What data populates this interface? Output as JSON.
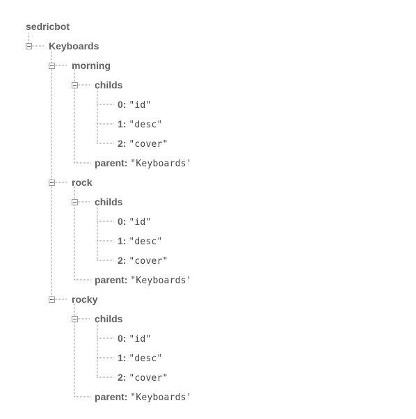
{
  "root": {
    "name": "sedricbot"
  },
  "keyboards": {
    "label": "Keyboards",
    "toggle_icon": "collapse-minus-icon",
    "children": [
      {
        "name": "morning",
        "childs": {
          "label": "childs",
          "items": [
            {
              "index": "0",
              "value": "\"id\""
            },
            {
              "index": "1",
              "value": "\"desc\""
            },
            {
              "index": "2",
              "value": "\"cover\""
            }
          ]
        },
        "parent": {
          "label": "parent",
          "value": "\"Keyboards'"
        }
      },
      {
        "name": "rock",
        "childs": {
          "label": "childs",
          "items": [
            {
              "index": "0",
              "value": "\"id\""
            },
            {
              "index": "1",
              "value": "\"desc\""
            },
            {
              "index": "2",
              "value": "\"cover\""
            }
          ]
        },
        "parent": {
          "label": "parent",
          "value": "\"Keyboards'"
        }
      },
      {
        "name": "rocky",
        "childs": {
          "label": "childs",
          "items": [
            {
              "index": "0",
              "value": "\"id\""
            },
            {
              "index": "1",
              "value": "\"desc\""
            },
            {
              "index": "2",
              "value": "\"cover\""
            }
          ]
        },
        "parent": {
          "label": "parent",
          "value": "\"Keyboards'"
        }
      }
    ]
  },
  "colors": {
    "text": "#606060",
    "line": "#8a8a8a",
    "value": "#444444"
  }
}
